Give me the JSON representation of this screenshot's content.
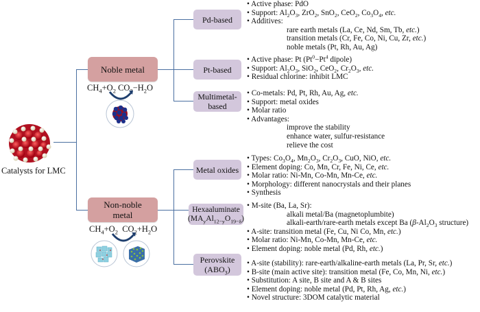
{
  "root": {
    "label": "Catalysts for LMC"
  },
  "noble": {
    "label": "Noble metal",
    "reaction": {
      "left": "CH",
      "left_sub": "4",
      "plus": "+O",
      "o_sub": "2",
      "right": " CO",
      "co_sub": "2",
      "water": "−H",
      "h_sub": "2",
      "o": "O"
    },
    "children": [
      {
        "label": "Pd-based",
        "bullets": [
          {
            "type": "b",
            "html": "Active phase: PdO"
          },
          {
            "type": "b",
            "html": "Support: Al<sub>2</sub>O<sub>3</sub>, ZrO<sub>2</sub>, SnO<sub>2</sub>, CeO<sub>2</sub>, Co<sub>3</sub>O<sub>4</sub>, <i>etc.</i>"
          },
          {
            "type": "b",
            "html": "Additives:"
          },
          {
            "type": "ind",
            "html": "rare earth metals (La, Ce, Nd, Sm, Tb, <i>etc.</i>)"
          },
          {
            "type": "ind",
            "html": "transition metals (Cr, Fe, Co, Ni, Cu, Zr, <i>etc.</i>)"
          },
          {
            "type": "ind",
            "html": "noble metals (Pt, Rh, Au, Ag)"
          }
        ]
      },
      {
        "label": "Pt-based",
        "bullets": [
          {
            "type": "b",
            "html": "Active phase: Pt (Pt<sup>0</sup>−Pt<sup>4</sup> dipole)"
          },
          {
            "type": "b",
            "html": "Support: Al<sub>2</sub>O<sub>3</sub>, SiO<sub>2</sub>, CeO<sub>2</sub>, Cr<sub>2</sub>O<sub>3</sub>, <i>etc.</i>"
          },
          {
            "type": "b",
            "html": "Residual chlorine: inhibit LMC"
          }
        ]
      },
      {
        "label_lines": [
          "Multimetal-",
          "based"
        ],
        "bullets": [
          {
            "type": "b",
            "html": "Co-metals: Pd, Pt, Rh, Au, Ag, <i>etc.</i>"
          },
          {
            "type": "b",
            "html": "Support: metal oxides"
          },
          {
            "type": "b",
            "html": "Molar ratio"
          },
          {
            "type": "b",
            "html": "Advantages:"
          },
          {
            "type": "ind",
            "html": "improve the stability"
          },
          {
            "type": "ind",
            "html": "enhance water, sulfur-resistance"
          },
          {
            "type": "ind",
            "html": "relieve the cost"
          }
        ]
      }
    ]
  },
  "nonnoble": {
    "label_lines": [
      "Non-noble",
      "metal"
    ],
    "reaction": {
      "left": "CH",
      "left_sub": "4",
      "plus": "+O",
      "o_sub": "2",
      "right": "CO",
      "co_sub": "2",
      "water": "+H",
      "h_sub": "2",
      "o": "O"
    },
    "children": [
      {
        "label": "Metal oxides",
        "bullets": [
          {
            "type": "b",
            "html": "Types: Co<sub>3</sub>O<sub>4</sub>, Mn<sub>2</sub>O<sub>3</sub>, Cr<sub>2</sub>O<sub>3</sub>, CuO, NiO, <i>etc.</i>"
          },
          {
            "type": "b",
            "html": "Element doping: Co, Mn, Cr, Fe, Ni, Ce, <i>etc.</i>"
          },
          {
            "type": "b",
            "html": "Molar ratio: Ni-Mn, Co-Mn, Mn-Ce, <i>etc.</i>"
          },
          {
            "type": "b",
            "html": "Morphology: different nanocrystals and their planes"
          },
          {
            "type": "b",
            "html": "Synthesis"
          }
        ]
      },
      {
        "label_html": "Hexaaluminate<br>(MA<sub>y</sub>Al<sub>12−y</sub>O<sub>19−δ</sub>)",
        "bullets": [
          {
            "type": "b",
            "html": "M-site (Ba, La, Sr):"
          },
          {
            "type": "ind",
            "html": "alkali metal/Ba (magnetoplumbite)"
          },
          {
            "type": "ind",
            "html": "alkali-earth/rare-earth metals except Ba (<i>β</i>-Al<sub>2</sub>O<sub>3</sub> structure)"
          },
          {
            "type": "b",
            "html": "A-site: transition metal (Fe, Cu, Ni Co, Mn, <i>etc.</i>)"
          },
          {
            "type": "b",
            "html": "Molar ratio: Ni-Mn, Co-Mn, Mn-Ce, <i>etc.</i>"
          },
          {
            "type": "b",
            "html": "Element doping: noble metal (Pd, Rh, <i>etc.</i>)"
          }
        ]
      },
      {
        "label_html": "Perovskite<br>(ABO<sub>3</sub>)",
        "bullets": [
          {
            "type": "b",
            "html": "A-site (stability): rare-earth/alkaline-earth metals (La, Pr, Sr, <i>etc.</i>)"
          },
          {
            "type": "b",
            "html": "B-site (main active site): transition metal (Fe, Co, Mn, Ni, <i>etc.</i>)"
          },
          {
            "type": "b",
            "html": "Substitution: A site, B site and A &amp; B sites"
          },
          {
            "type": "b",
            "html": "Element doping: noble metal (Pd, Pt, Rh, Ag, <i>etc.</i>)"
          },
          {
            "type": "b",
            "html": "Novel structure: 3DOM catalytic material"
          }
        ]
      }
    ]
  },
  "colors": {
    "category_box": "#d4a0a0",
    "subcategory_box": "#d3c7dc",
    "connector": "#4a6fa0"
  }
}
